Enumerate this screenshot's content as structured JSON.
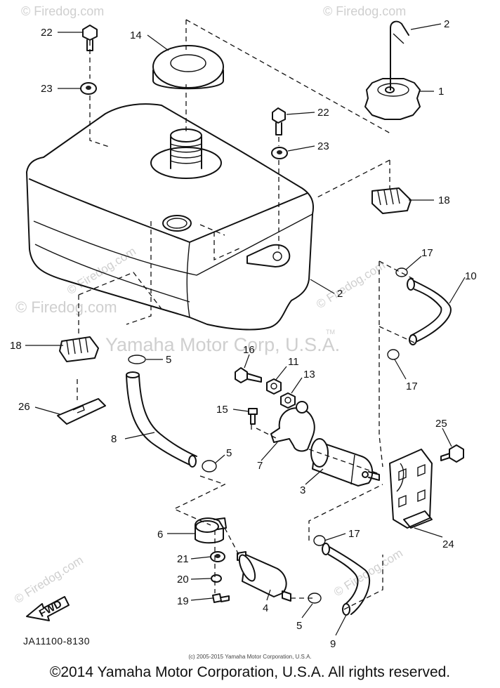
{
  "watermarks": {
    "firedog": "© Firedog.com",
    "manufacturer": "Yamaha Motor Corp, U.S.A.",
    "tm": "TM"
  },
  "callouts": {
    "c1": "1",
    "c2a": "2",
    "c2b": "2",
    "c3": "3",
    "c4": "4",
    "c5a": "5",
    "c5b": "5",
    "c5c": "5",
    "c6": "6",
    "c7": "7",
    "c8": "8",
    "c9": "9",
    "c10": "10",
    "c11": "11",
    "c13": "13",
    "c14": "14",
    "c15": "15",
    "c16": "16",
    "c17a": "17",
    "c17b": "17",
    "c17c": "17",
    "c18a": "18",
    "c18b": "18",
    "c19": "19",
    "c20": "20",
    "c21": "21",
    "c22a": "22",
    "c22b": "22",
    "c23a": "23",
    "c23b": "23",
    "c24": "24",
    "c25": "25",
    "c26": "26"
  },
  "fwd_label": "FWD",
  "diagram_code": "JA11100-8130",
  "footer_small": "(c) 2005-2015 Yamaha Motor Corporation, U.S.A.",
  "footer_copyright": "©2014 Yamaha Motor Corporation, U.S.A. All rights reserved."
}
